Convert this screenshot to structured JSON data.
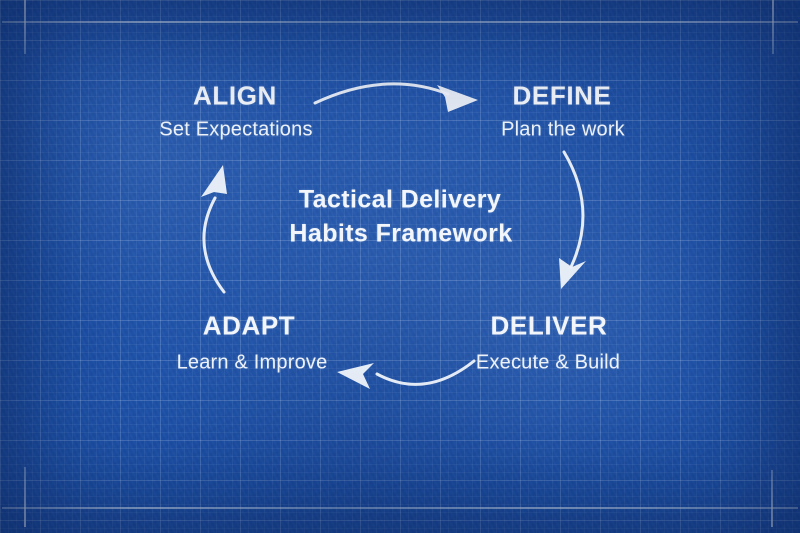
{
  "title": {
    "line1": "Tactical Delivery",
    "line2": "Habits Framework"
  },
  "nodes": [
    {
      "label": "ALIGN",
      "sublabel": "Set Expectations"
    },
    {
      "label": "DEFINE",
      "sublabel": "Plan the work"
    },
    {
      "label": "DELIVER",
      "sublabel": "Execute & Build"
    },
    {
      "label": "ADAPT",
      "sublabel": "Learn & Improve"
    }
  ],
  "arrows": [
    {
      "from": "ALIGN",
      "to": "DEFINE"
    },
    {
      "from": "DEFINE",
      "to": "DELIVER"
    },
    {
      "from": "DELIVER",
      "to": "ADAPT"
    },
    {
      "from": "ADAPT",
      "to": "ALIGN"
    }
  ],
  "colors": {
    "background": "#1d51a8",
    "ink": "#f2f6fb",
    "grid_minor": "#2e60b6",
    "grid_major": "#3d6fc4",
    "frame": "#cfdff2"
  }
}
